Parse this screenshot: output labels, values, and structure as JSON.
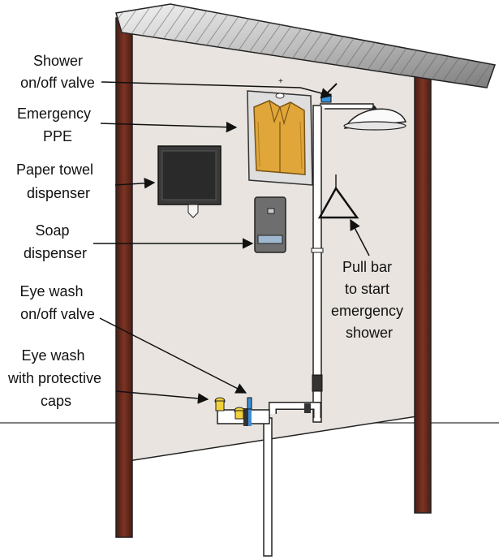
{
  "labels": {
    "shower_valve": [
      "Shower",
      "on/off valve"
    ],
    "emergency_ppe": [
      "Emergency",
      "PPE"
    ],
    "paper_towel": [
      "Paper towel",
      "dispenser"
    ],
    "soap": [
      "Soap",
      "dispenser"
    ],
    "eye_wash_valve": [
      "Eye wash",
      "on/off valve"
    ],
    "eye_wash_caps": [
      "Eye wash",
      "with protective",
      "caps"
    ],
    "pull_bar": [
      "Pull bar",
      "to start",
      "emergency",
      "shower"
    ]
  },
  "colors": {
    "wall": "#e9e4df",
    "post": "#6b2a1e",
    "roof_light": "#e0e0e0",
    "roof_dark": "#8a8a8a",
    "ppe_gown": "#e0a63a",
    "dispenser": "#3a3a3a",
    "valve_blue": "#3a8fd6",
    "cap_yellow": "#f2d23a"
  }
}
